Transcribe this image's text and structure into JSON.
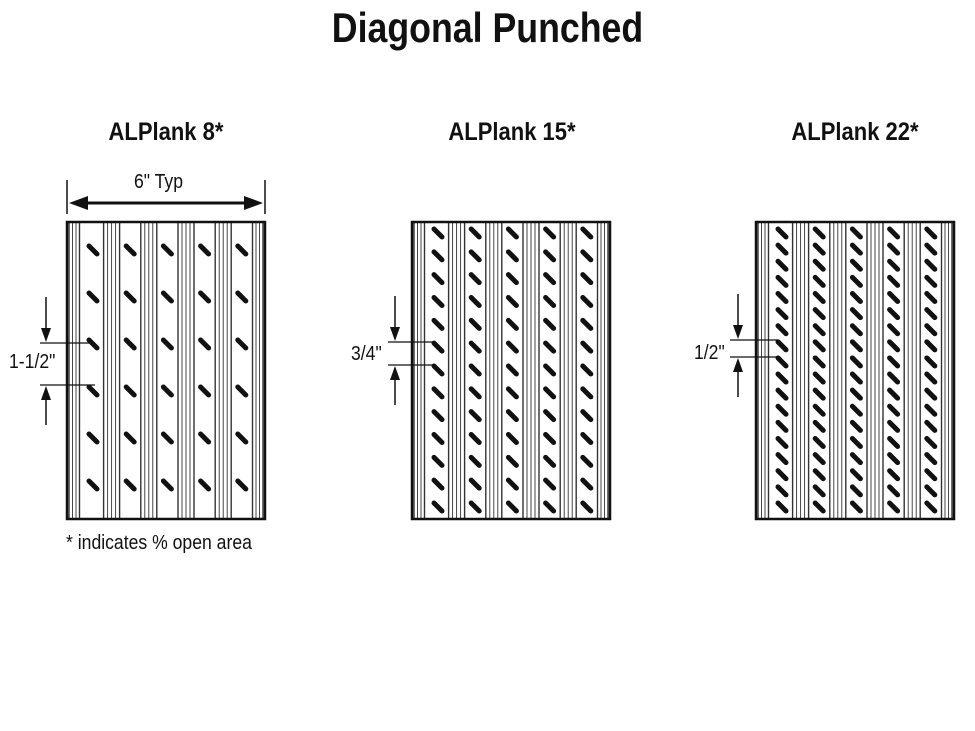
{
  "title": "Diagonal Punched",
  "panels": [
    {
      "name": "ALPlank 8*",
      "spacing_label": "1-1/2\"",
      "slot_rows": 6,
      "slot_columns": 5
    },
    {
      "name": "ALPlank 15*",
      "spacing_label": "3/4\"",
      "slot_rows": 13,
      "slot_columns": 5
    },
    {
      "name": "ALPlank 22*",
      "spacing_label": "1/2\"",
      "slot_rows": 18,
      "slot_columns": 5
    }
  ],
  "width_label": "6\" Typ",
  "footnote": "* indicates % open area"
}
